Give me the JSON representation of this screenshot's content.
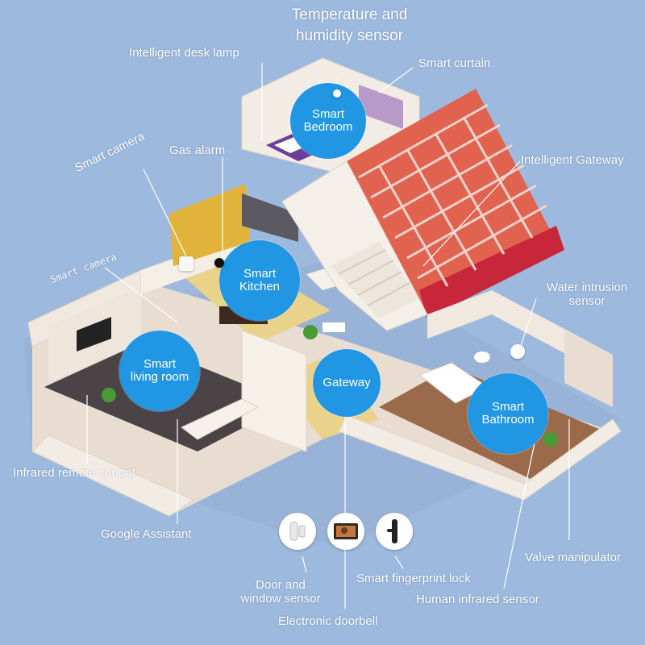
{
  "title": "Temperature and\nhumidity sensor",
  "rooms": {
    "bedroom": "Smart\nBedroom",
    "kitchen": "Smart\nKitchen",
    "living_room": "Smart\nliving room",
    "gateway": "Gateway",
    "bathroom": "Smart\nBathroom"
  },
  "labels": {
    "desk_lamp": "Intelligent desk lamp",
    "curtain": "Smart curtain",
    "camera_top": "Smart camera",
    "gas_alarm": "Gas alarm",
    "intelligent_gateway": "Intelligent Gateway",
    "camera_left": "Smart camera",
    "water_intrusion": "Water intrusion\nsensor",
    "ir_remote": "Infrared remote control",
    "google_assistant": "Google Assistant",
    "valve": "Valve manipulator",
    "door_window": "Door and\nwindow sensor",
    "fingerprint": "Smart fingerprint lock",
    "human_ir": "Human infrared sensor",
    "doorbell": "Electronic doorbell"
  },
  "colors": {
    "background": "#9db9dd",
    "bubble": "#2196e3",
    "roof": "#e0624f",
    "roof_edge": "#c8263a",
    "wall": "#f1e9df",
    "floor_light": "#e9d38a",
    "floor_dark": "#4a4447",
    "floor_wood": "#9a6a4b"
  }
}
